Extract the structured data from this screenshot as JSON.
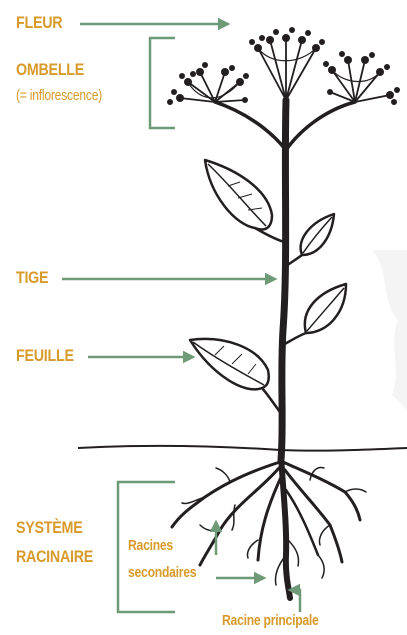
{
  "labels": {
    "fleur": "FLEUR",
    "ombelle": "OMBELLE",
    "inflorescence": "(= inflorescence)",
    "tige": "TIGE",
    "feuille": "FEUILLE",
    "systeme_line1": "SYSTÈME",
    "systeme_line2": "RACINAIRE",
    "secondaires_line1": "Racines",
    "secondaires_line2": "secondaires",
    "principale": "Racine principale"
  },
  "colors": {
    "label": "#d79a2b",
    "pointer": "#6f9a77",
    "plant": "#231f20"
  }
}
